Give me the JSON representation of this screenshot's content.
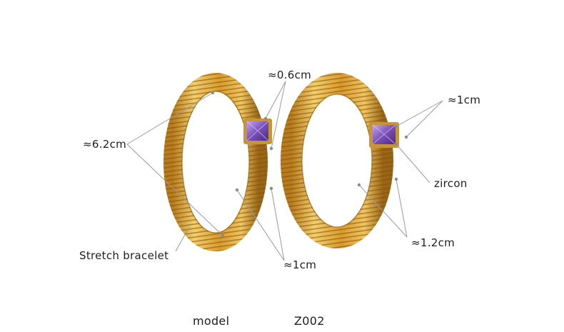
{
  "product": {
    "model_label": "model",
    "model_code": "Z002"
  },
  "callouts": {
    "top_width": "≈0.6cm",
    "stone_width": "≈1cm",
    "diameter": "≈6.2cm",
    "stone_label": "zircon",
    "band_width_right": "≈1.2cm",
    "bracelet_type": "Stretch bracelet",
    "band_width_bottom": "≈1cm"
  },
  "colors": {
    "gold_light": "#f2cc6a",
    "gold_mid": "#d99a2b",
    "gold_dark": "#8a5a12",
    "stone": "#7a4fb8",
    "leader_line": "#9a9a9a"
  }
}
